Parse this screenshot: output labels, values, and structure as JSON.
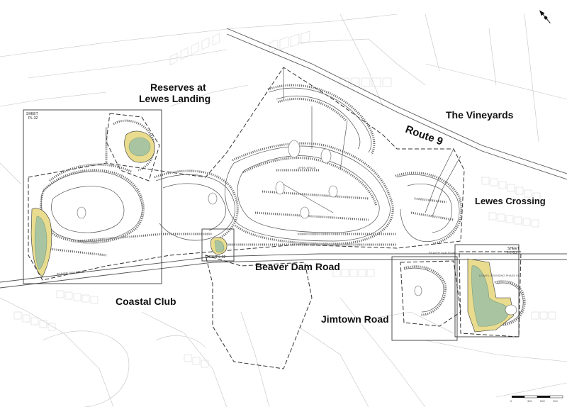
{
  "map": {
    "labels": {
      "reserves_line1": "Reserves at",
      "reserves_line2": "Lewes Landing",
      "vineyards": "The Vineyards",
      "route9": "Route 9",
      "lewes_crossing": "Lewes Crossing",
      "beaver_dam": "Beaver Dam Road",
      "coastal_club": "Coastal Club",
      "jimtown": "Jimtown Road"
    },
    "sheet_labels": {
      "sheet_left_line1": "SHEET",
      "sheet_left_line2": "PL-32",
      "sheet_mid": "SHEET",
      "sheet_mid_line2": "PL-32",
      "sheet_right": "SHEET",
      "sheet_right_line2": "PL-33"
    },
    "small_labels": {
      "beaver_dam_road_small": "BEAVER DAM ROAD",
      "open_space": "OPEN SPACE",
      "lewes_crossing_phase": "LEWES CROSSING PHASE III"
    },
    "scale_bar": {
      "ticks": [
        "0",
        "300",
        "600",
        "900"
      ]
    },
    "north_arrow": "north-arrow-icon",
    "colors": {
      "open_space_fill": "#e9dc8e",
      "pond_fill": "#a9c4a0",
      "pond_dark": "#7ea07c",
      "lot_lines": "#6b6b6b",
      "context_lines": "#b8b8b8"
    }
  }
}
